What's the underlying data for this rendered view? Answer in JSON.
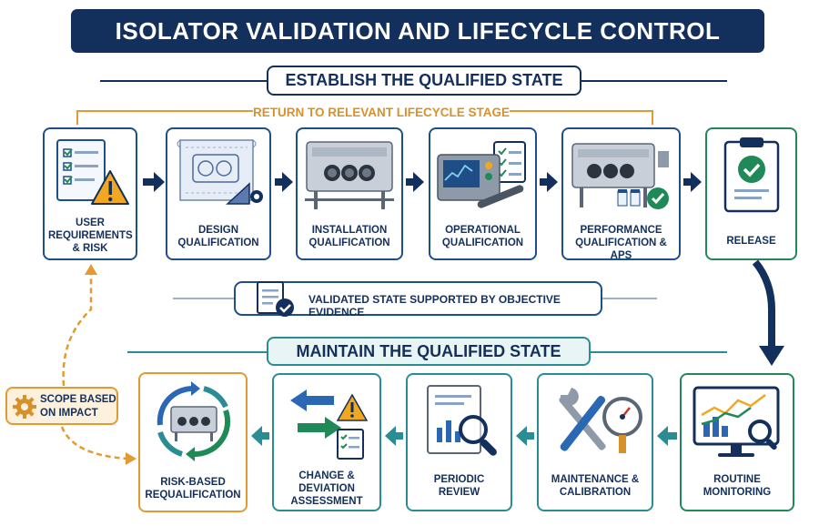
{
  "title": "ISOLATOR VALIDATION AND LIFECYCLE CONTROL",
  "establish": {
    "heading": "ESTABLISH THE QUALIFIED STATE",
    "return_label": "RETURN TO RELEVANT LIFECYCLE STAGE",
    "steps": [
      {
        "label": "USER\nREQUIREMENTS\n& RISK",
        "icon": "checklist-warning-icon"
      },
      {
        "label": "DESIGN\nQUALIFICATION",
        "icon": "blueprint-icon"
      },
      {
        "label": "INSTALLATION\nQUALIFICATION",
        "icon": "isolator-icon"
      },
      {
        "label": "OPERATIONAL\nQUALIFICATION",
        "icon": "control-panel-icon"
      },
      {
        "label": "PERFORMANCE\nQUALIFICATION & APS",
        "icon": "isolator-vials-icon"
      },
      {
        "label": "RELEASE",
        "icon": "clipboard-check-icon"
      }
    ]
  },
  "evidence": {
    "label": "VALIDATED STATE SUPPORTED BY OBJECTIVE EVIDENCE",
    "icon": "document-check-icon"
  },
  "maintain": {
    "heading": "MAINTAIN THE QUALIFIED STATE",
    "steps": [
      {
        "label": "ROUTINE\nMONITORING",
        "icon": "monitor-chart-icon"
      },
      {
        "label": "MAINTENANCE &\nCALIBRATION",
        "icon": "tools-gauge-icon"
      },
      {
        "label": "PERIODIC\nREVIEW",
        "icon": "report-magnifier-icon"
      },
      {
        "label": "CHANGE &\nDEVIATION\nASSESSMENT",
        "icon": "change-arrows-icon"
      },
      {
        "label": "RISK-BASED\nREQUALIFICATION",
        "icon": "cycle-isolator-icon"
      }
    ]
  },
  "scope": {
    "label": "SCOPE BASED\nON IMPACT",
    "icon": "gear-icon"
  },
  "colors": {
    "navy": "#13305c",
    "blue": "#1d4f8c",
    "green": "#1f8a58",
    "teal": "#2a8c94",
    "orange": "#e29b32"
  }
}
